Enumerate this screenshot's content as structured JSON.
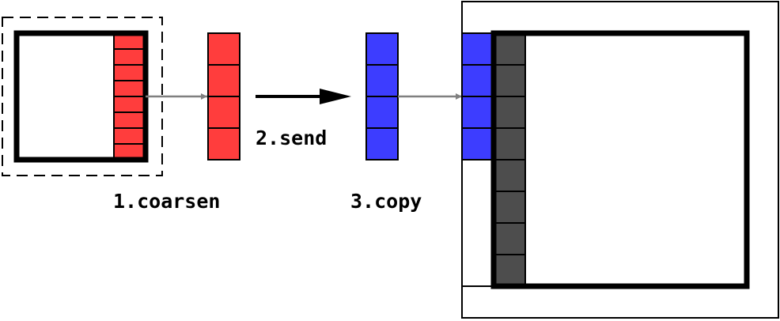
{
  "labels": {
    "step1": "1.coarsen",
    "step2": "2.send",
    "step3": "3.copy"
  },
  "colors": {
    "fine_cells": "#ff3d3d",
    "coarse_cells": "#ff3d3d",
    "received_cells": "#3d3dff",
    "ghost_cells": "#4d4d4d",
    "gray_arrow": "#808080",
    "outline": "#000000"
  },
  "cells": {
    "fine_column_count": 8,
    "coarse_column_count": 4,
    "received_column_count": 4,
    "ghost_column_count": 8
  }
}
